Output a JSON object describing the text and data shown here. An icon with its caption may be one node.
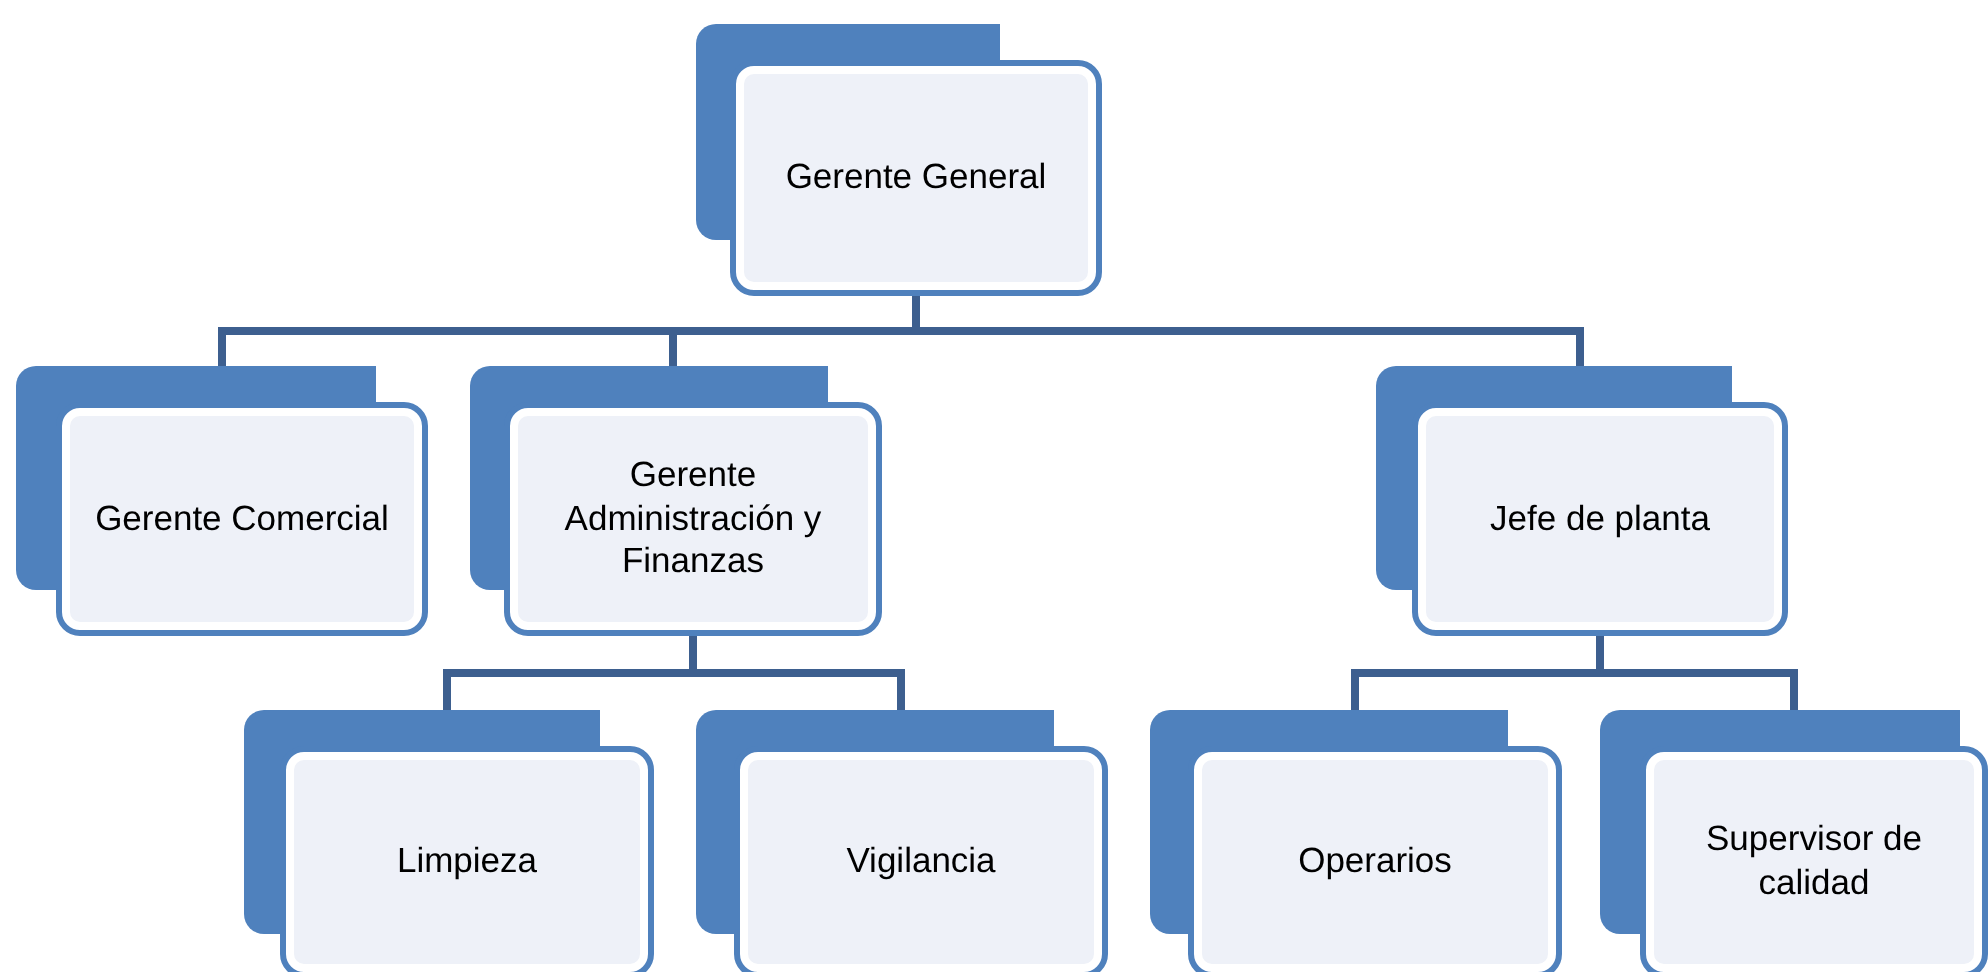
{
  "diagram": {
    "nodes": [
      {
        "text": [
          "Gerente General"
        ]
      },
      {
        "text": [
          "Gerente Comercial"
        ]
      },
      {
        "text": [
          "Gerente Administración y Finanzas"
        ]
      },
      {
        "text": [
          "Jefe de planta"
        ]
      },
      {
        "text": [
          "Limpieza"
        ]
      },
      {
        "text": [
          "Vigilancia"
        ]
      },
      {
        "text": [
          "Operarios"
        ]
      },
      {
        "text": [
          "Supervisor de calidad"
        ]
      }
    ],
    "edges": [
      {
        "from": 0,
        "to": 1,
        "arrow": "none"
      },
      {
        "from": 0,
        "to": 2,
        "arrow": "none"
      },
      {
        "from": 0,
        "to": 3,
        "arrow": "none"
      },
      {
        "from": 2,
        "to": 4,
        "arrow": "none"
      },
      {
        "from": 2,
        "to": 5,
        "arrow": "none"
      },
      {
        "from": 3,
        "to": 6,
        "arrow": "none"
      },
      {
        "from": 3,
        "to": 7,
        "arrow": "none"
      }
    ]
  }
}
